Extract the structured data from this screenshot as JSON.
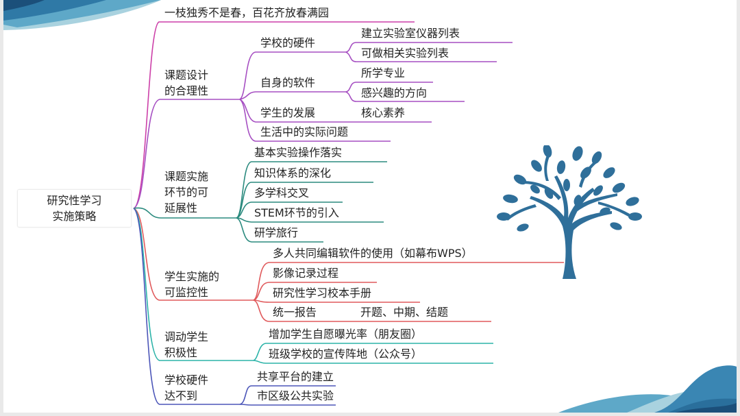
{
  "root": {
    "label": "研究性学习\n实施策略"
  },
  "colors": {
    "magenta": "#cc3fa8",
    "purple": "#a64fc2",
    "teal": "#2a8a7e",
    "red": "#e0595b",
    "cyan": "#2bb3a8",
    "blue": "#4b55b8",
    "tree": "#2f6f9a"
  },
  "branches": [
    {
      "label": "一枝独秀不是春，百花齐放春满园",
      "color": "magenta",
      "children": []
    },
    {
      "label": "课题设计\n的合理性",
      "color": "purple",
      "children": [
        {
          "label": "学校的硬件",
          "children": [
            "建立实验室仪器列表",
            "可做相关实验列表"
          ]
        },
        {
          "label": "自身的软件",
          "children": [
            "所学专业",
            "感兴趣的方向"
          ]
        },
        {
          "label": "学生的发展",
          "children": [
            "核心素养"
          ]
        },
        {
          "label": "生活中的实际问题",
          "children": []
        }
      ]
    },
    {
      "label": "课题实施\n环节的可\n延展性",
      "color": "teal",
      "children": [
        {
          "label": "基本实验操作落实"
        },
        {
          "label": "知识体系的深化"
        },
        {
          "label": "多学科交叉"
        },
        {
          "label": "STEM环节的引入"
        },
        {
          "label": "研学旅行"
        }
      ]
    },
    {
      "label": "学生实施的\n可监控性",
      "color": "red",
      "children": [
        {
          "label": "多人共同编辑软件的使用（如幕布WPS）"
        },
        {
          "label": "影像记录过程"
        },
        {
          "label": "研究性学习校本手册"
        },
        {
          "label": "统一报告",
          "children": [
            "开题、中期、结题"
          ]
        }
      ]
    },
    {
      "label": "调动学生\n积极性",
      "color": "cyan",
      "children": [
        {
          "label": "增加学生自愿曝光率（朋友圈）"
        },
        {
          "label": "班级学校的宣传阵地（公众号）"
        }
      ]
    },
    {
      "label": "学校硬件\n达不到",
      "color": "blue",
      "children": [
        {
          "label": "共享平台的建立"
        },
        {
          "label": "市区级公共实验"
        }
      ]
    }
  ],
  "decor": {
    "tree_icon": "tree-icon",
    "wave_top": "wave-top-left",
    "wave_bottom": "wave-bottom-right"
  }
}
